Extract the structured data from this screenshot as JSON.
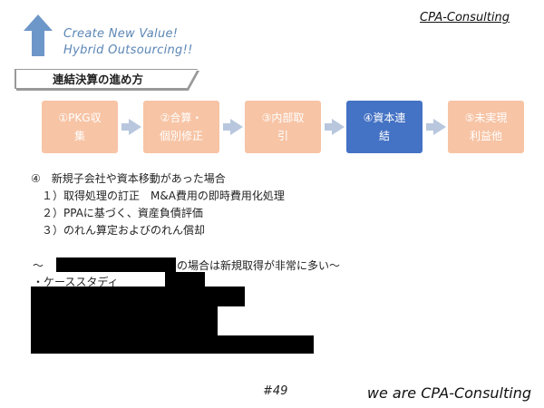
{
  "header": {
    "tagline_1": "Create New Value!",
    "tagline_2": "Hybrid Outsourcing!!",
    "company": "CPA-Consulting"
  },
  "section": {
    "title": "連結決算の進め方"
  },
  "steps": [
    {
      "label": "①PKG収\n集",
      "state": "inactive"
    },
    {
      "label": "②合算・\n個別修正",
      "state": "inactive"
    },
    {
      "label": "③内部取\n引",
      "state": "inactive"
    },
    {
      "label": "④資本連\n結",
      "state": "active"
    },
    {
      "label": "⑤未実現\n利益他",
      "state": "inactive"
    }
  ],
  "colors": {
    "inactive": "#f7c4a5",
    "active": "#4472c4",
    "arrow": "#b8c7dd",
    "tagline": "#5b86b5"
  },
  "content": {
    "heading": "④　新規子会社や資本移動があった場合",
    "item1": "　１）取得処理の訂正　M&A費用の即時費用化処理",
    "item2": "　２）PPAに基づく、資産負債評価",
    "item3": "　３）のれん算定およびのれん償却",
    "note_prefix": "～",
    "note_suffix": "の場合は新規取得が非常に多い～",
    "case_study": "・ケーススタディ"
  },
  "footer": {
    "page": "#49",
    "brand": "we are CPA-Consulting"
  }
}
